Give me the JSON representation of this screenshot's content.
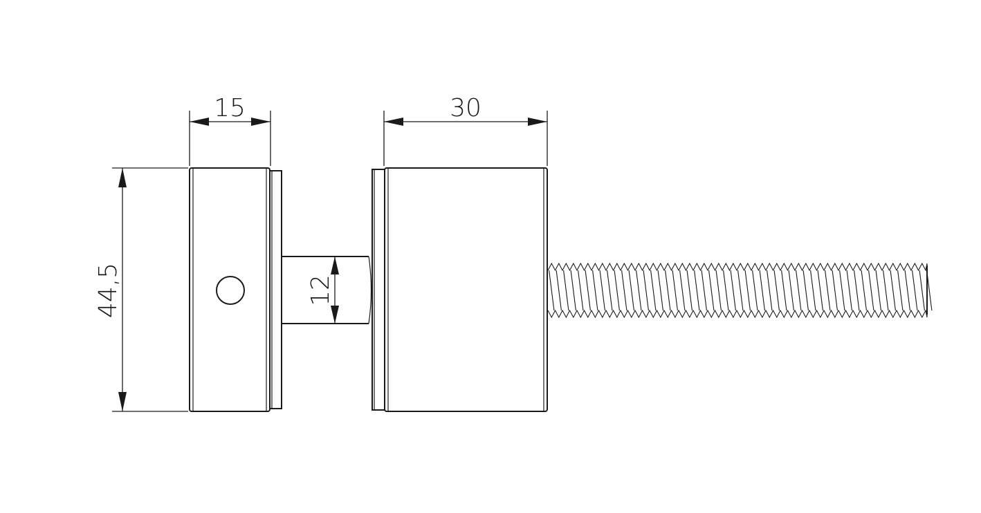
{
  "drawing": {
    "dimensions": {
      "cap_width": "15",
      "body_width": "30",
      "overall_height": "44,5",
      "pin_diameter": "12"
    }
  }
}
